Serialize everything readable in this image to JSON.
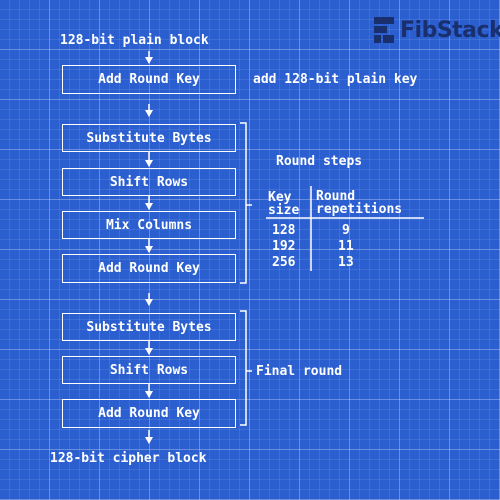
{
  "logo": {
    "text": "FibStack"
  },
  "flow": {
    "input": "128-bit plain block",
    "initial_key_note": "add 128-bit plain key",
    "output": "128-bit cipher block"
  },
  "boxes": {
    "initial_add_round_key": "Add Round Key",
    "round_substitute_bytes": "Substitute Bytes",
    "round_shift_rows": "Shift Rows",
    "round_mix_columns": "Mix Columns",
    "round_add_round_key": "Add Round Key",
    "final_substitute_bytes": "Substitute Bytes",
    "final_shift_rows": "Shift Rows",
    "final_add_round_key": "Add Round Key"
  },
  "labels": {
    "round_steps": "Round steps",
    "final_round": "Final round"
  },
  "rounds_table": {
    "header_key": [
      "Key",
      "size"
    ],
    "header_rounds": [
      "Round",
      "repetitions"
    ],
    "rows": [
      {
        "key_size": "128",
        "repetitions": "9"
      },
      {
        "key_size": "192",
        "repetitions": "11"
      },
      {
        "key_size": "256",
        "repetitions": "13"
      }
    ]
  }
}
